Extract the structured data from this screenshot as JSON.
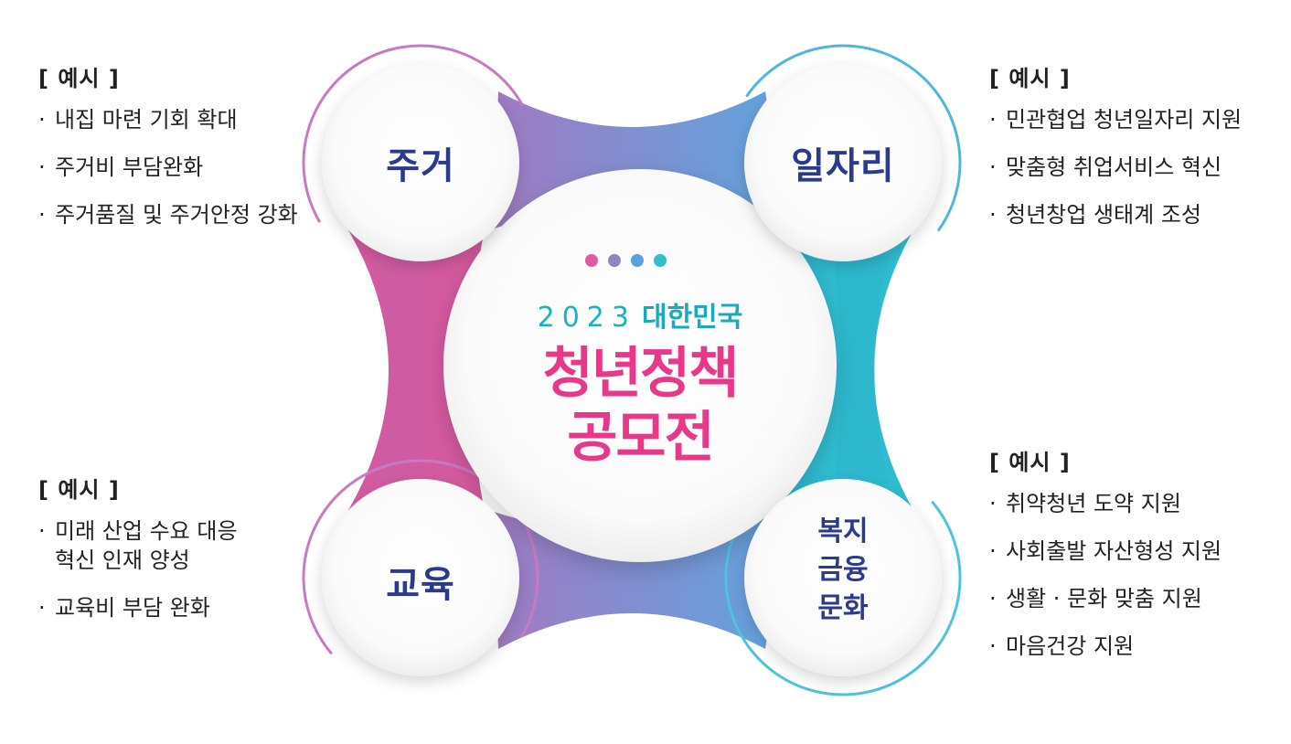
{
  "center": {
    "year": "2023",
    "country": "대한민국",
    "title_line1": "청년정책",
    "title_line2": "공모전"
  },
  "colors": {
    "title": "#e8388a",
    "accent_teal": "#1aa9bd",
    "label": "#2a3a8c",
    "pink": "#d5589e",
    "blue": "#6ea6de",
    "cyan": "#30bfd0",
    "dots": [
      "#e05aa0",
      "#8d86c4",
      "#5aa2dc",
      "#2fc0cc"
    ]
  },
  "nodes": [
    {
      "id": "housing",
      "label": [
        "주거"
      ]
    },
    {
      "id": "jobs",
      "label": [
        "일자리"
      ]
    },
    {
      "id": "education",
      "label": [
        "교육"
      ]
    },
    {
      "id": "welfare",
      "label": [
        "복지",
        "금융",
        "문화"
      ]
    }
  ],
  "groups": {
    "housing": {
      "header": "[ 예시 ]",
      "items": [
        "내집 마련 기회 확대",
        "주거비 부담완화",
        "주거품질 및 주거안정 강화"
      ]
    },
    "jobs": {
      "header": "[ 예시 ]",
      "items": [
        "민관협업 청년일자리 지원",
        "맞춤형 취업서비스 혁신",
        "청년창업 생태계 조성"
      ]
    },
    "education": {
      "header": "[ 예시 ]",
      "items": [
        "미래 산업 수요 대응\n혁신 인재 양성",
        "교육비 부담 완화"
      ]
    },
    "welfare": {
      "header": "[ 예시 ]",
      "items": [
        "취약청년 도약 지원",
        "사회출발 자산형성 지원",
        "생활 · 문화 맞춤 지원",
        "마음건강 지원"
      ]
    }
  }
}
